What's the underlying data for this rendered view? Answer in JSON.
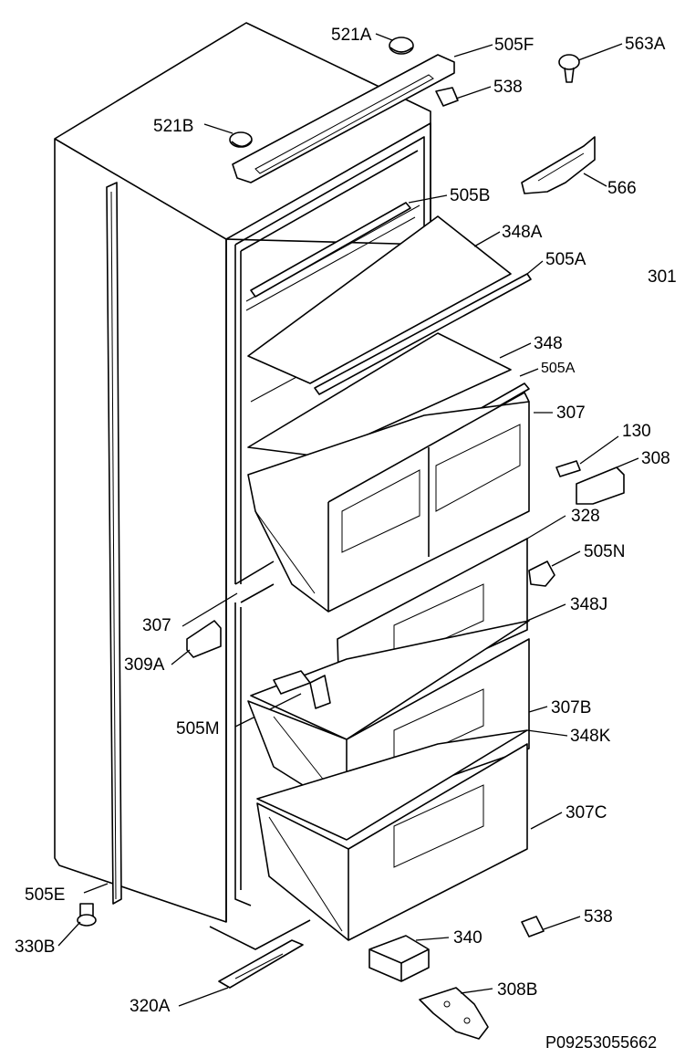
{
  "labels": {
    "p521a": "521A",
    "p505f": "505F",
    "p563a": "563A",
    "p538_top": "538",
    "p521b": "521B",
    "p566": "566",
    "p505b": "505B",
    "p348a": "348A",
    "p505a_1": "505A",
    "p301": "301",
    "p348": "348",
    "p505a_2": "505A",
    "p307": "307",
    "p130": "130",
    "p308": "308",
    "p328": "328",
    "p505n": "505N",
    "p307_left": "307",
    "p348j": "348J",
    "p309a": "309A",
    "p505m": "505M",
    "p307b": "307B",
    "p348k": "348K",
    "p307c": "307C",
    "p505e": "505E",
    "p330b": "330B",
    "p538_bottom": "538",
    "p340": "340",
    "p320a": "320A",
    "p308b": "308B",
    "drawing_number": "P09253055662"
  }
}
